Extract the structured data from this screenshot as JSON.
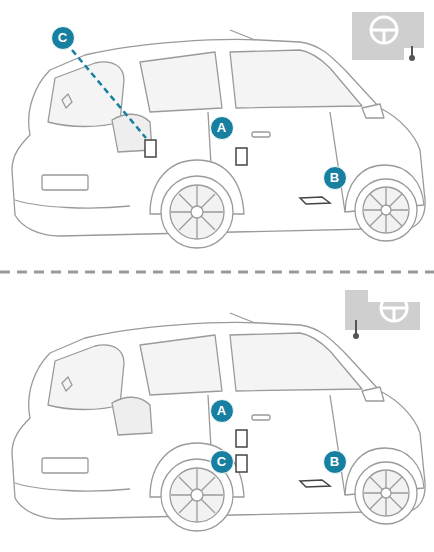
{
  "diagram": {
    "labels": [
      "C",
      "A",
      "B",
      "A",
      "C",
      "B"
    ]
  }
}
